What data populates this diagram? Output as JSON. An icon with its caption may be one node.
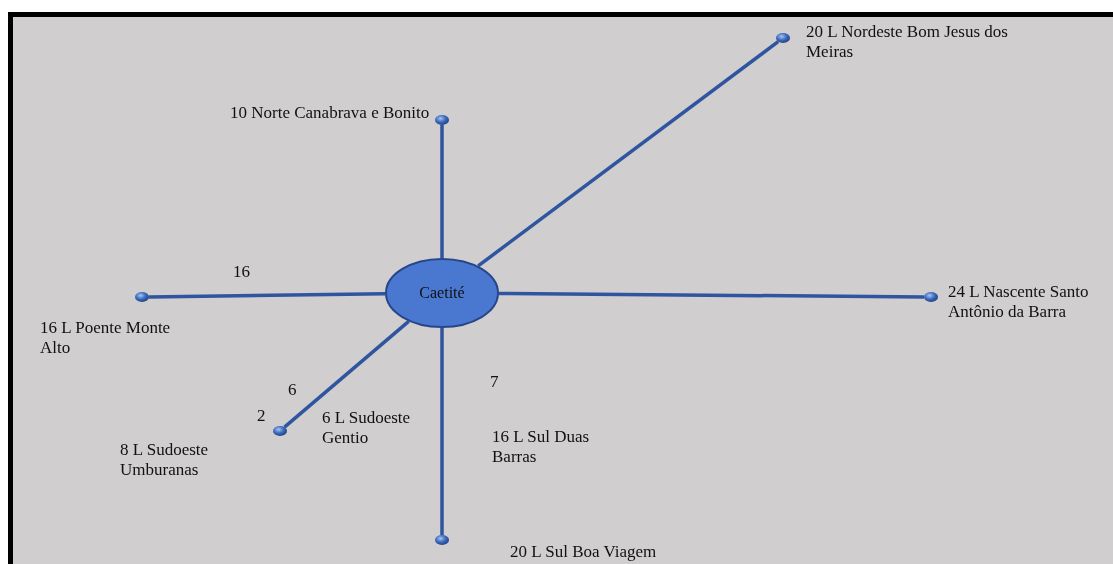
{
  "diagram": {
    "nodes": [
      {
        "text": [
          "Caetité"
        ]
      },
      {
        "text": [],
        "shape": "circle",
        "beside": [
          "10 Norte Canabrava e Bonito"
        ]
      },
      {
        "text": [],
        "shape": "circle",
        "beside": [
          "20 L Nordeste Bom Jesus dos Meiras"
        ]
      },
      {
        "text": [],
        "shape": "circle",
        "beside": [
          "16 L Poente Monte Alto"
        ]
      },
      {
        "text": [],
        "shape": "circle",
        "beside": [
          "24 L Nascente Santo Antônio da Barra"
        ]
      },
      {
        "text": [],
        "shape": "circle",
        "beside": [
          "8 L Sudoeste Umburanas"
        ]
      },
      {
        "text": [],
        "shape": "circle",
        "beside": [
          "20 L Sul Boa Viagem"
        ]
      }
    ],
    "edges": [
      {
        "from": 0,
        "to": 1,
        "arrow": "none"
      },
      {
        "from": 0,
        "to": 2,
        "arrow": "none"
      },
      {
        "from": 0,
        "to": 3,
        "arrow": "none"
      },
      {
        "from": 0,
        "to": 4,
        "arrow": "none"
      },
      {
        "from": 0,
        "to": 5,
        "arrow": "none"
      },
      {
        "from": 0,
        "to": 6,
        "arrow": "none"
      }
    ],
    "labels": [
      "16",
      "6",
      "2",
      "6 L Sudoeste Gentio",
      "7",
      "16 L Sul Duas Barras"
    ]
  }
}
